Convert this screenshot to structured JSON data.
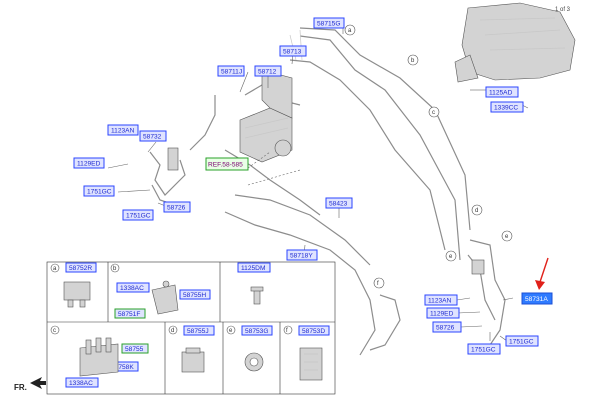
{
  "page_indicator": "1 of 3",
  "front_label": "FR.",
  "labels": {
    "p58715G": "58715G",
    "p58713": "58713",
    "p58711J": "58711J",
    "p58712": "58712",
    "p1123AN_top": "1123AN",
    "p58732": "58732",
    "p1129ED_left": "1129ED",
    "p1751GC_a": "1751GC",
    "p1751GC_b": "1751GC",
    "p58726_left": "58726",
    "ref": "REF.58-585",
    "p58423": "58423",
    "p58718Y": "58718Y",
    "p1125AD": "1125AD",
    "p1339CC": "1339CC",
    "p1123AN_right": "1123AN",
    "p1129ED_right": "1129ED",
    "p58726_right": "58726",
    "p1751GC_right1": "1751GC",
    "p1751GC_right2": "1751GC",
    "p58731A": "58731A"
  },
  "callouts": [
    "a",
    "b",
    "c",
    "d",
    "e",
    "f"
  ],
  "table": {
    "cells": [
      {
        "letter": "a",
        "part": "58752R"
      },
      {
        "letter": "b",
        "part": ""
      },
      {
        "letter": "",
        "part": "1125DM"
      },
      {
        "letter": "c",
        "part": ""
      },
      {
        "letter": "d",
        "part": "58755J"
      },
      {
        "letter": "e",
        "part": "58753G"
      },
      {
        "letter": "f",
        "part": "58753D"
      }
    ],
    "b_parts": [
      "1338AC",
      "58755H",
      "58751F"
    ],
    "c_parts": [
      "58755",
      "58758K",
      "1338AC"
    ]
  },
  "colors": {
    "label_fill": "#dfe3ff",
    "label_stroke": "#2b45ff",
    "highlight": "#2f7bff",
    "arrow": "#e0201a"
  }
}
